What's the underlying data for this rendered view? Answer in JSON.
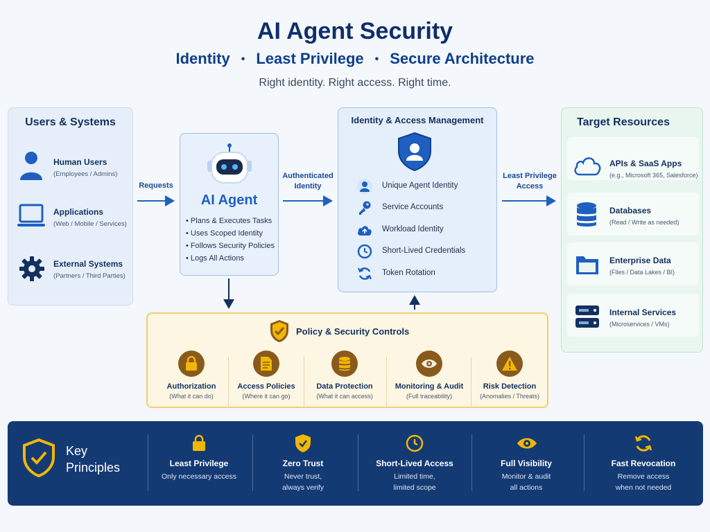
{
  "header": {
    "title": "AI Agent Security",
    "subtitle_1": "Identity",
    "subtitle_2": "Least Privilege",
    "subtitle_3": "Secure Architecture",
    "separator": "•",
    "tagline": "Right identity. Right access. Right time."
  },
  "users": {
    "title": "Users & Systems",
    "items": [
      {
        "label": "Human Users",
        "sub": "(Employees / Admins)",
        "icon": "person-icon"
      },
      {
        "label": "Applications",
        "sub": "(Web / Mobile / Services)",
        "icon": "laptop-icon"
      },
      {
        "label": "External Systems",
        "sub": "(Partners / Third Parties)",
        "icon": "gear-icon"
      }
    ]
  },
  "flows": {
    "requests": "Requests",
    "authenticated_1": "Authenticated",
    "authenticated_2": "Identity",
    "least_1": "Least Privilege",
    "least_2": "Access"
  },
  "agent": {
    "title": "AI Agent",
    "items": [
      "Plans & Executes Tasks",
      "Uses Scoped Identity",
      "Follows Security Policies",
      "Logs All Actions"
    ]
  },
  "iam": {
    "title": "Identity & Access Management",
    "items": [
      {
        "label": "Unique Agent Identity",
        "icon": "person-icon"
      },
      {
        "label": "Service Accounts",
        "icon": "key-icon"
      },
      {
        "label": "Workload Identity",
        "icon": "cloud-icon"
      },
      {
        "label": "Short-Lived Credentials",
        "icon": "clock-icon"
      },
      {
        "label": "Token Rotation",
        "icon": "refresh-icon"
      }
    ]
  },
  "targets": {
    "title": "Target Resources",
    "items": [
      {
        "label": "APIs & SaaS Apps",
        "sub": "(e.g., Microsoft 365, Salesforce)",
        "icon": "cloud-icon"
      },
      {
        "label": "Databases",
        "sub": "(Read / Write as needed)",
        "icon": "database-icon"
      },
      {
        "label": "Enterprise Data",
        "sub": "(Files / Data Lakes / BI)",
        "icon": "folder-icon"
      },
      {
        "label": "Internal Services",
        "sub": "(Microservices / VMs)",
        "icon": "server-icon"
      }
    ]
  },
  "policy": {
    "title": "Policy & Security Controls",
    "items": [
      {
        "label": "Authorization",
        "sub": "(What it can do)",
        "icon": "lock-icon"
      },
      {
        "label": "Access Policies",
        "sub": "(Where it can go)",
        "icon": "document-icon"
      },
      {
        "label": "Data Protection",
        "sub": "(What it can access)",
        "icon": "database-icon"
      },
      {
        "label": "Monitoring & Audit",
        "sub": "(Full traceability)",
        "icon": "eye-icon"
      },
      {
        "label": "Risk Detection",
        "sub": "(Anomalies / Threats)",
        "icon": "warning-icon"
      }
    ]
  },
  "principles": {
    "title_1": "Key",
    "title_2": "Principles",
    "items": [
      {
        "label": "Least Privilege",
        "sub_1": "Only necessary access",
        "sub_2": "",
        "icon": "lock-icon"
      },
      {
        "label": "Zero Trust",
        "sub_1": "Never trust,",
        "sub_2": "always verify",
        "icon": "shield-check-icon"
      },
      {
        "label": "Short-Lived Access",
        "sub_1": "Limited time,",
        "sub_2": "limited scope",
        "icon": "clock-icon"
      },
      {
        "label": "Full Visibility",
        "sub_1": "Monitor & audit",
        "sub_2": "all actions",
        "icon": "eye-icon"
      },
      {
        "label": "Fast Revocation",
        "sub_1": "Remove access",
        "sub_2": "when not needed",
        "icon": "refresh-icon"
      }
    ]
  },
  "colors": {
    "navy": "#143a74",
    "blue": "#1f5fbf",
    "gold": "#f2b705",
    "brown": "#8a5a1d"
  }
}
